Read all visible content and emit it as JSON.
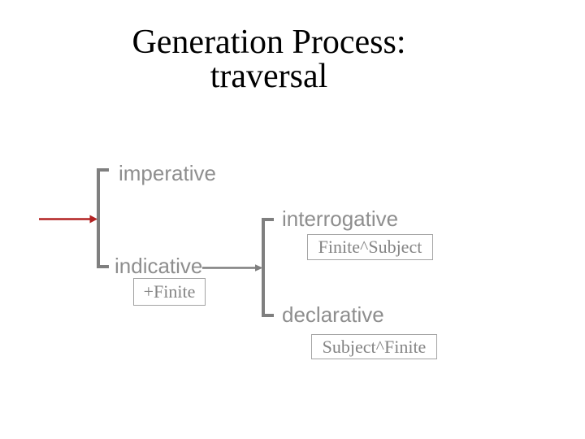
{
  "slide": {
    "title_line1": "Generation Process:",
    "title_line2": "traversal"
  },
  "network": {
    "mood_system": {
      "options": [
        {
          "label": "imperative"
        },
        {
          "label": "indicative",
          "realization": "+Finite"
        }
      ]
    },
    "indicative_system": {
      "options": [
        {
          "label": "interrogative",
          "realization": "Finite^Subject"
        },
        {
          "label": "declarative",
          "realization": "Subject^Finite"
        }
      ]
    }
  },
  "colors": {
    "accent-red": "#b22222",
    "line-gray": "#7f7f7f",
    "label-gray": "#8e8e8e",
    "box-border-gray": "#a3a3a3",
    "box-text-gray": "#848484",
    "title-black": "#000000"
  }
}
